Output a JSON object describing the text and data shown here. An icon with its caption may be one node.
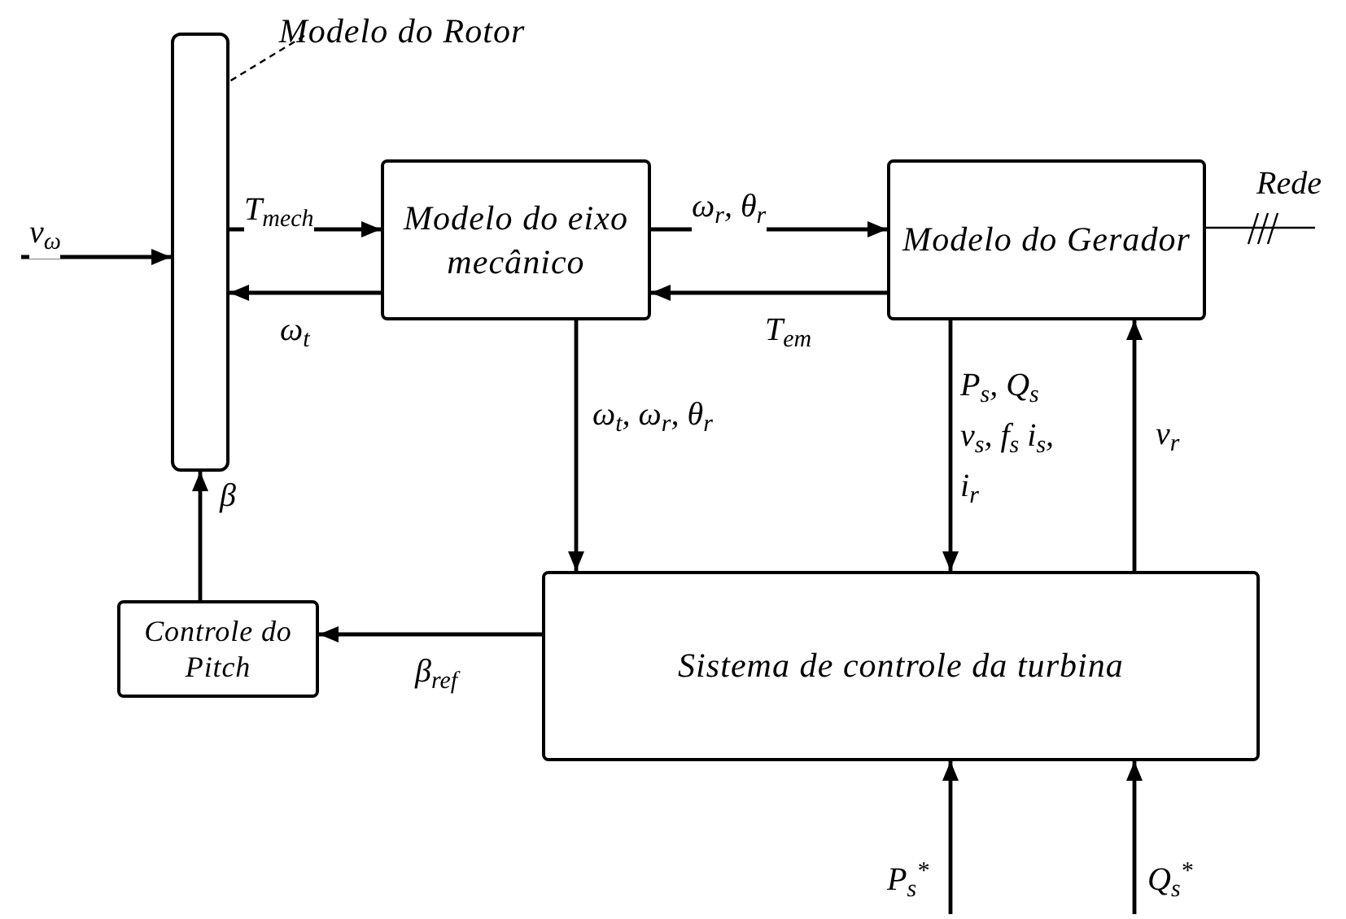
{
  "diagram": {
    "nodes": [
      {
        "text": [
          "Modelo do Rotor"
        ]
      },
      {
        "text": [],
        "shape": "bar"
      },
      {
        "text": [
          "Modelo do eixo mecânico"
        ]
      },
      {
        "text": [
          "Modelo do Gerador"
        ]
      },
      {
        "text": [
          "Controle do Pitch"
        ]
      },
      {
        "text": [
          "Sistema de controle da turbina"
        ]
      }
    ],
    "edges": [
      {
        "from": 0,
        "to": 1,
        "arrow": "none",
        "style": "dashed"
      },
      {
        "from": null,
        "to": 1,
        "label": "v$_{ω}$",
        "arrow": "to"
      },
      {
        "from": 1,
        "to": 2,
        "label": "T$_{mech}$",
        "arrow": "to"
      },
      {
        "from": 2,
        "to": 1,
        "label": "ω$_{t}$",
        "arrow": "to"
      },
      {
        "from": 2,
        "to": 3,
        "label": "ω$_{r}$, θ$_{r}$",
        "arrow": "to"
      },
      {
        "from": 3,
        "to": 2,
        "label": "T$_{em}$",
        "arrow": "to"
      },
      {
        "from": 3,
        "to": null,
        "label": "Rede",
        "arrow": "none"
      },
      {
        "from": 2,
        "to": 5,
        "label": "ω$_{t}$, ω$_{r}$, θ$_{r}$",
        "arrow": "to"
      },
      {
        "from": 3,
        "to": 5,
        "label": "P$_{s}$, Q$_{s}$ v$_{s}$, f$_{s}$ i$_{s}$, i$_{r}$",
        "arrow": "to"
      },
      {
        "from": 5,
        "to": 3,
        "label": "v$_{r}$",
        "arrow": "to"
      },
      {
        "from": 5,
        "to": 4,
        "label": "β$_{ref}$",
        "arrow": "to"
      },
      {
        "from": 4,
        "to": 1,
        "label": "β",
        "arrow": "to"
      },
      {
        "from": null,
        "to": 5,
        "label": "P$_{s}$$^{*}$",
        "arrow": "to"
      },
      {
        "from": null,
        "to": 5,
        "label": "Q$_{s}$$^{*}$",
        "arrow": "to"
      }
    ]
  }
}
